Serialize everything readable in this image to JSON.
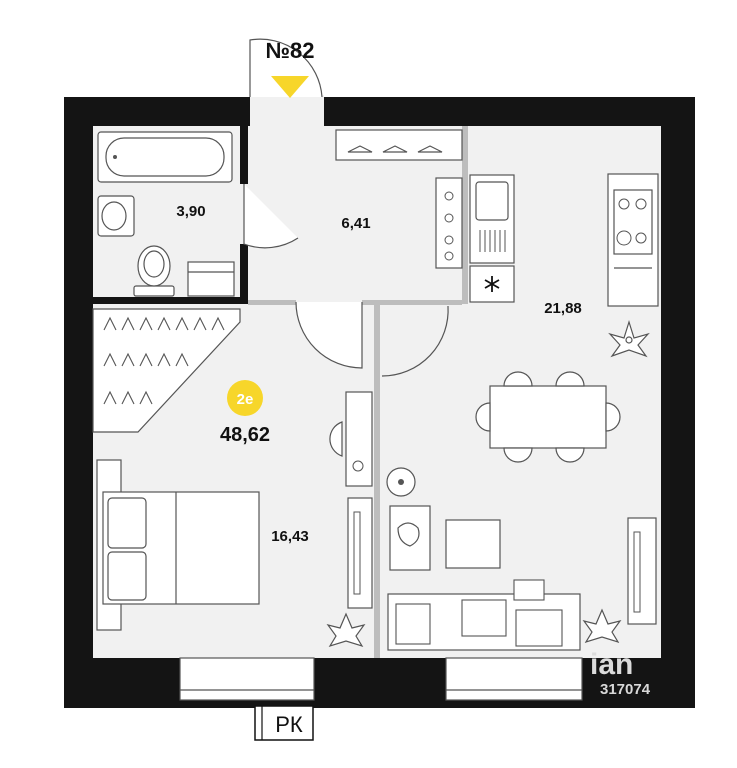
{
  "apartment": {
    "number": "№82",
    "rooms_badge": "2е",
    "total_area": "48,62",
    "marker_color": "#f7d62a",
    "wall_color": "#141414",
    "floor_color": "#f1f1f1"
  },
  "rooms": {
    "bathroom": "3,90",
    "hallway": "6,41",
    "kitchen_living": "21,88",
    "bedroom": "16,43"
  },
  "labels": {
    "rk": "РК",
    "watermark_brand": "ian",
    "watermark_id": "317074"
  }
}
